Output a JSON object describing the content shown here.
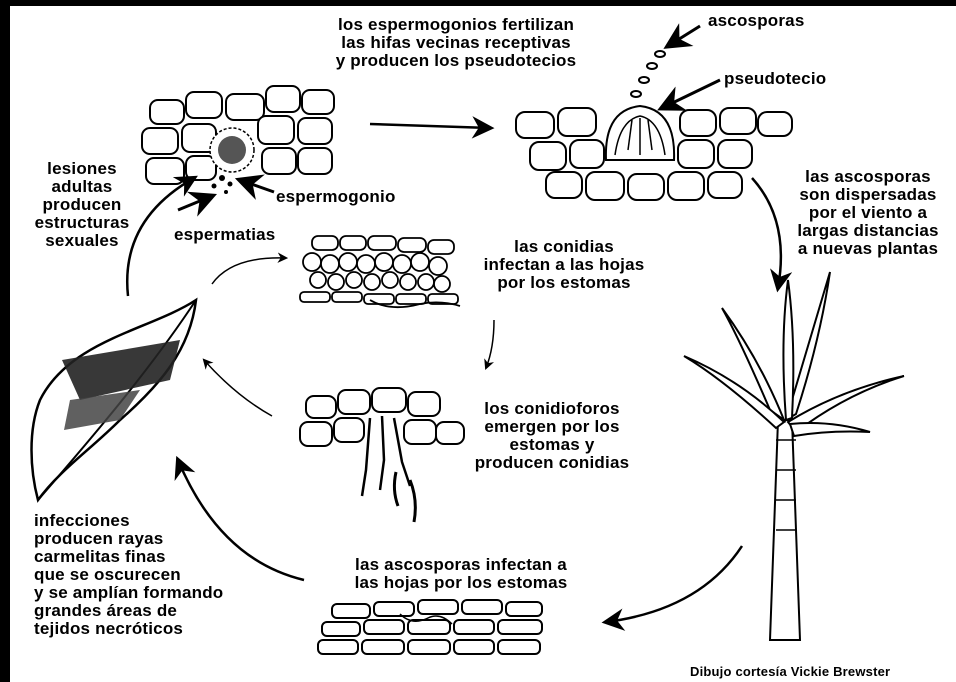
{
  "labels": {
    "espermogonios": "los espermogonios fertilizan\nlas hifas vecinas receptivas\ny producen los pseudotecios",
    "ascosporas": "ascosporas",
    "pseudotecio": "pseudotecio",
    "dispersadas": "las ascosporas\nson dispersadas\npor el viento a\nlargas distancias\na nuevas plantas",
    "lesiones": "lesiones\nadultas\nproducen\nestructuras\nsexuales",
    "espermogonio": "espermogonio",
    "espermatias": "espermatias",
    "conidias_infectan": "las  conidias\ninfectan a las hojas\npor los estomas",
    "conidioforos": "los conidioforos\nemergen por los\nestomas y\nproducen conidias",
    "infecciones": "infecciones\nproducen rayas\ncarmelitas finas\nque se oscurecen\ny se amplían formando\ngrandes áreas de\ntejidos necróticos",
    "ascosporas_infectan": "las ascosporas infectan a\nlas hojas por los estomas",
    "credit": "Dibujo cortesía Vickie Brewster"
  },
  "icons": [
    "pseudothecium-tissue-icon",
    "spermogonium-tissue-icon",
    "banana-plant-icon",
    "infected-leaf-icon",
    "leaf-tissue-icon",
    "conidiophore-tissue-icon"
  ]
}
